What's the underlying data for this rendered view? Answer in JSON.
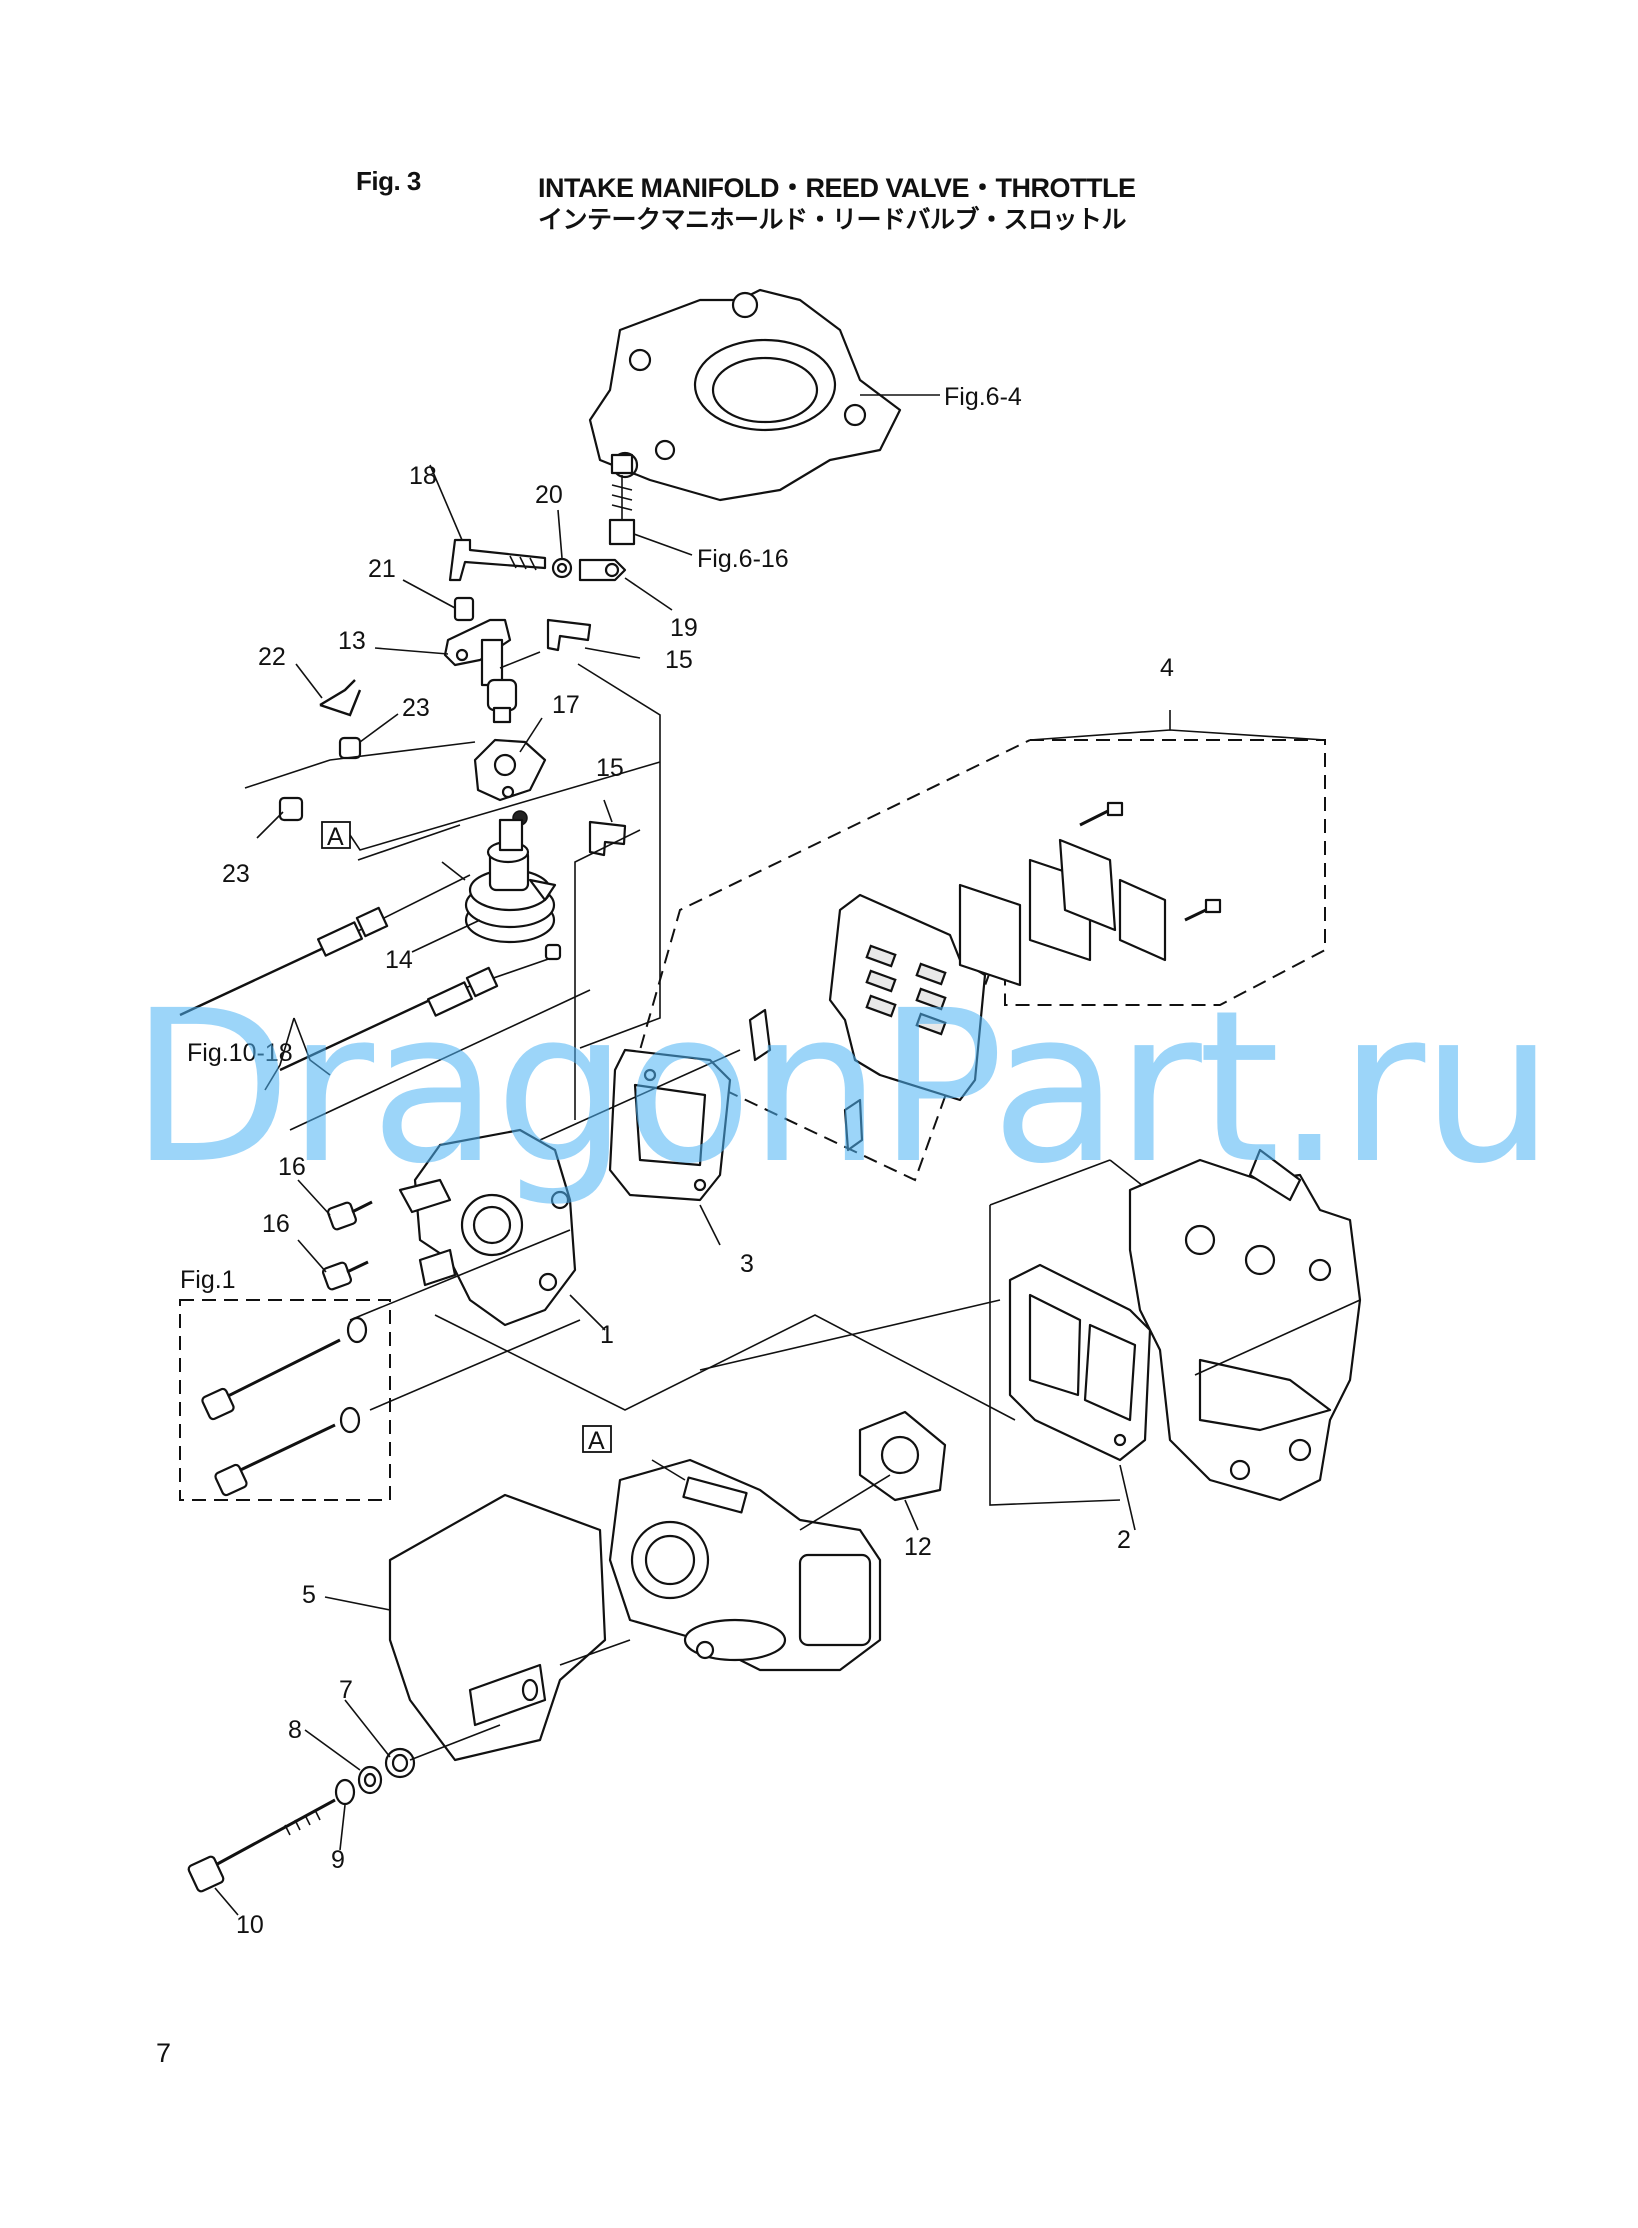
{
  "header": {
    "fig_number": "Fig. 3",
    "title_en": "INTAKE MANIFOLD・REED VALVE・THROTTLE",
    "title_jp": "インテークマニホールド・リードバルブ・スロットル"
  },
  "watermark": "DragonPart.ru",
  "page_number": "7",
  "refs": {
    "fig_6_4": "Fig.6-4",
    "fig_6_16": "Fig.6-16",
    "fig_10_18": "Fig.10-18",
    "fig_1": "Fig.1"
  },
  "markers": {
    "a_top": "A",
    "a_bottom": "A"
  },
  "callouts": {
    "c1": "1",
    "c2": "2",
    "c3": "3",
    "c4": "4",
    "c5": "5",
    "c7": "7",
    "c8": "8",
    "c9": "9",
    "c10": "10",
    "c12": "12",
    "c13": "13",
    "c14": "14",
    "c15a": "15",
    "c15b": "15",
    "c16a": "16",
    "c16b": "16",
    "c17": "17",
    "c18": "18",
    "c19": "19",
    "c20": "20",
    "c21": "21",
    "c22": "22",
    "c23a": "23",
    "c23b": "23"
  },
  "colors": {
    "line": "#111111",
    "watermark": "#4db3f5",
    "background": "#ffffff"
  }
}
